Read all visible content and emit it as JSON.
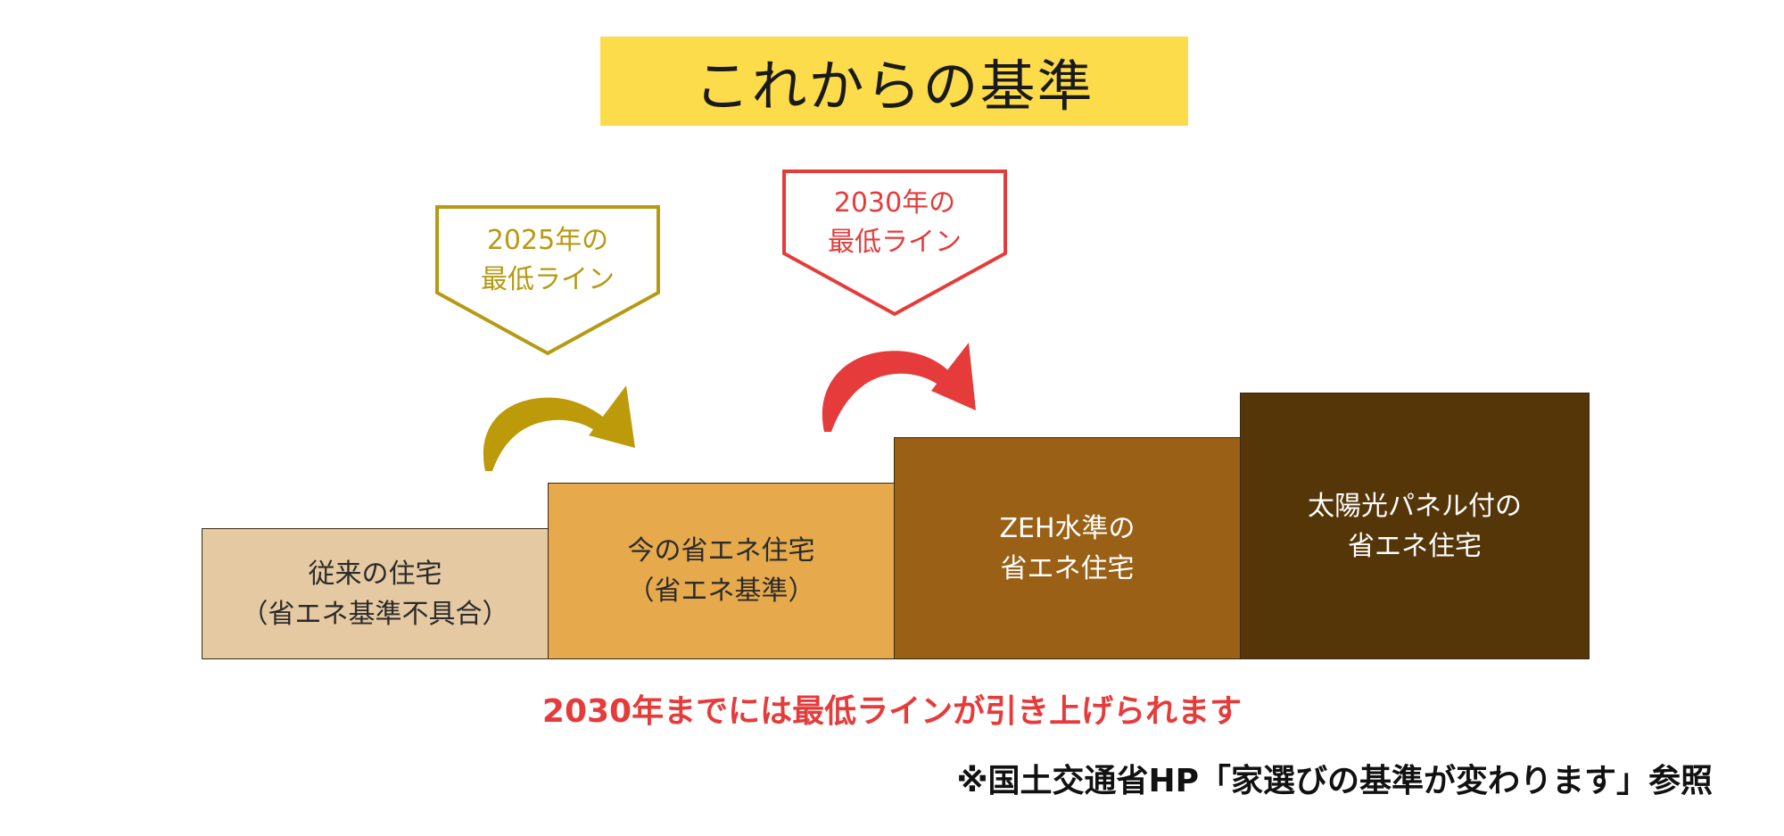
{
  "title": "これからの基準",
  "callouts": {
    "y2025": {
      "line1": "2025年の",
      "line2": "最低ライン",
      "color": "#b59a12"
    },
    "y2030": {
      "line1": "2030年の",
      "line2": "最低ライン",
      "color": "#e63b3b"
    }
  },
  "steps": [
    {
      "line1": "従来の住宅",
      "line2": "（省エネ基準不具合）",
      "color": "#e4c9a2"
    },
    {
      "line1": "今の省エネ住宅",
      "line2": "（省エネ基準）",
      "color": "#e6a94c"
    },
    {
      "line1": "ZEH水準の",
      "line2": "省エネ住宅",
      "color": "#9a6116"
    },
    {
      "line1": "太陽光パネル付の",
      "line2": "省エネ住宅",
      "color": "#553609"
    }
  ],
  "note": "2030年までには最低ラインが引き上げられます",
  "source": "※国土交通省HP「家選びの基準が変わります」参照",
  "icons": {
    "arrow_2025": "curved-arrow-right-icon",
    "arrow_2030": "curved-arrow-right-icon"
  }
}
